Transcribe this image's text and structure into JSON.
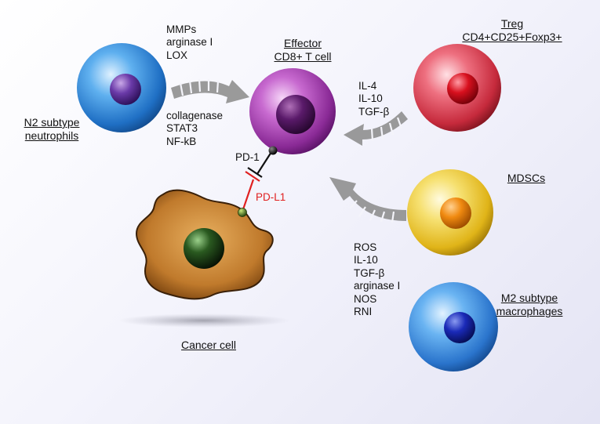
{
  "cells": {
    "neutrophils": {
      "title_lines": [
        "N2 subtype",
        "neutrophils"
      ]
    },
    "effector": {
      "title_lines": [
        "Effector",
        "CD8+ T cell"
      ]
    },
    "treg": {
      "title_lines": [
        "Treg",
        "CD4+CD25+Foxp3+"
      ]
    },
    "mdsc": {
      "title_lines": [
        "MDSCs"
      ]
    },
    "macrophages": {
      "title_lines": [
        "M2 subtype",
        "macrophages"
      ]
    },
    "cancer": {
      "title": "Cancer cell"
    }
  },
  "factors": {
    "neutrophil_upper": [
      "MMPs",
      "arginase I",
      "LOX"
    ],
    "neutrophil_lower": [
      "collagenase",
      "STAT3",
      "NF-kB"
    ],
    "treg": [
      "IL-4",
      "IL-10",
      "TGF-β"
    ],
    "mdsc_macrophage": [
      "ROS",
      "IL-10",
      "TGF-β",
      "arginase I",
      "NOS",
      "RNI"
    ]
  },
  "checkpoint": {
    "receptor": "PD-1",
    "ligand": "PD-L1",
    "ligand_color": "#e02020"
  },
  "colors": {
    "neutrophil": "#2f86d6",
    "effector": "#9a2ea6",
    "treg": "#d8283a",
    "mdsc": "#e8c020",
    "macrophage": "#1f6fd0",
    "cancer": "#b8732c",
    "arrow": "#8f8f8f"
  }
}
